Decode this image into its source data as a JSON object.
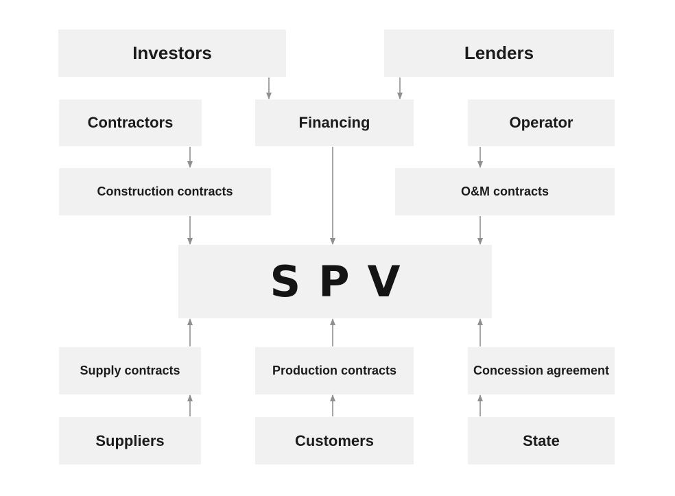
{
  "diagram": {
    "investors": "Investors",
    "lenders": "Lenders",
    "contractors": "Contractors",
    "financing": "Financing",
    "operator": "Operator",
    "construction_contracts": "Construction contracts",
    "om_contracts": "O&M contracts",
    "spv": "SPV",
    "supply_contracts": "Supply contracts",
    "production_contracts": "Production contracts",
    "concession_agreement": "Concession agreement",
    "suppliers": "Suppliers",
    "customers": "Customers",
    "state": "State"
  },
  "colors": {
    "box_fill": "#f1f1f1",
    "text": "#1b1b1b",
    "arrow": "#8f8f8f"
  }
}
